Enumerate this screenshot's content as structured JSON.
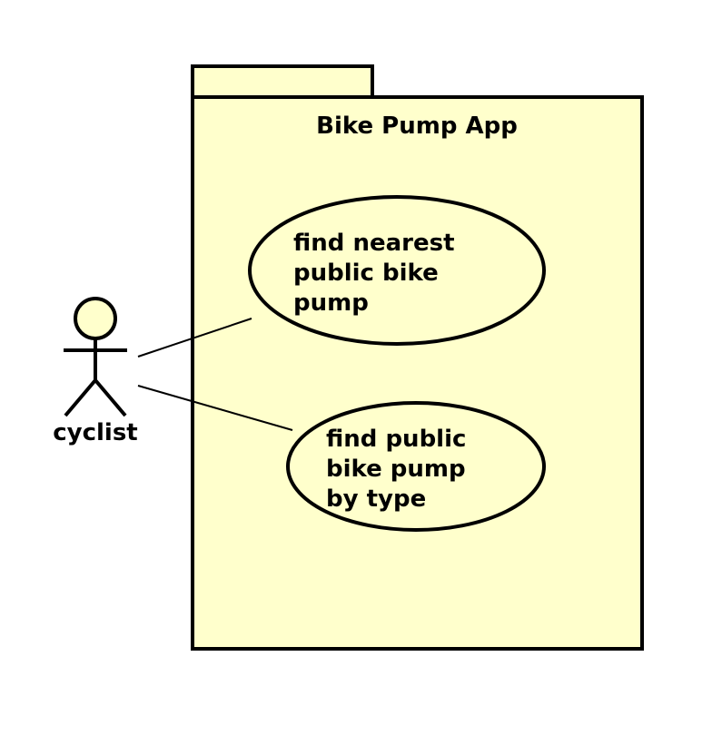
{
  "diagram": {
    "type": "use-case",
    "colors": {
      "fill": "#FFFFCC",
      "stroke": "#000000"
    },
    "package": {
      "title": "Bike Pump App"
    },
    "actor": {
      "name": "cyclist"
    },
    "use_cases": [
      {
        "lines": [
          "find nearest",
          "public bike",
          "pump"
        ]
      },
      {
        "lines": [
          "find public",
          "bike pump",
          "by type"
        ]
      }
    ],
    "associations": [
      {
        "from": "cyclist",
        "to": "use_cases.0"
      },
      {
        "from": "cyclist",
        "to": "use_cases.1"
      }
    ]
  }
}
